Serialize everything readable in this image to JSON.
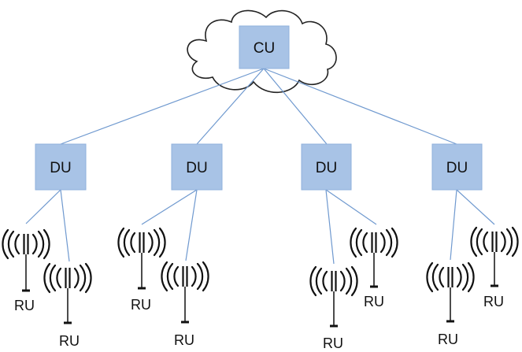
{
  "cu": {
    "label": "CU"
  },
  "du": [
    {
      "label": "DU"
    },
    {
      "label": "DU"
    },
    {
      "label": "DU"
    },
    {
      "label": "DU"
    }
  ],
  "ru": [
    {
      "label": "RU"
    },
    {
      "label": "RU"
    },
    {
      "label": "RU"
    },
    {
      "label": "RU"
    },
    {
      "label": "RU"
    },
    {
      "label": "RU"
    },
    {
      "label": "RU"
    },
    {
      "label": "RU"
    }
  ],
  "colors": {
    "node_fill": "#a8c3e6",
    "link": "#6f99cf"
  },
  "icons": {
    "cloud": "cloud-icon",
    "radio_unit": "antenna-icon"
  }
}
